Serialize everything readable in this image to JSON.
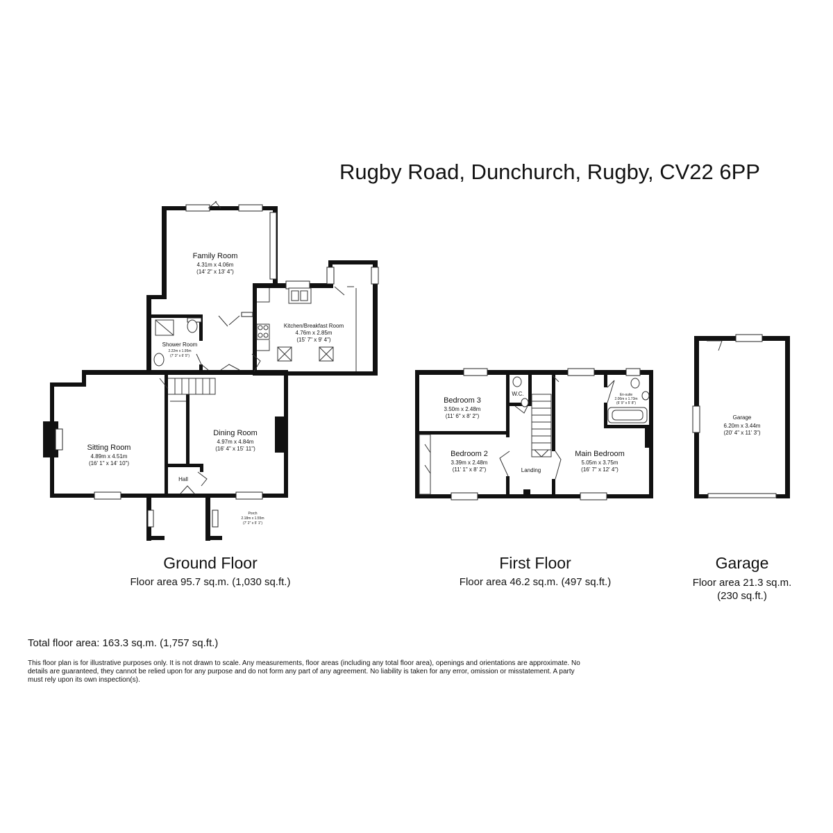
{
  "title": "Rugby Road, Dunchurch, Rugby, CV22 6PP",
  "floors": [
    {
      "name": "Ground Floor",
      "area": "Floor area 95.7 sq.m. (1,030 sq.ft.)"
    },
    {
      "name": "First Floor",
      "area": "Floor area 46.2 sq.m. (497 sq.ft.)"
    },
    {
      "name": "Garage",
      "area": "Floor area 21.3 sq.m. (230 sq.ft.)"
    }
  ],
  "rooms": {
    "family_room": {
      "name": "Family Room",
      "metric": "4.31m x 4.06m",
      "imperial": "(14' 2\" x 13' 4\")"
    },
    "kitchen": {
      "name": "Kitchen/Breakfast Room",
      "metric": "4.76m x 2.85m",
      "imperial": "(15' 7\" x 9' 4\")"
    },
    "shower_room": {
      "name": "Shower Room",
      "metric": "2.22m x 1.95m",
      "imperial": "(7' 3\" x 6' 5\")"
    },
    "sitting_room": {
      "name": "Sitting Room",
      "metric": "4.89m x 4.51m",
      "imperial": "(16' 1\" x 14' 10\")"
    },
    "dining_room": {
      "name": "Dining Room",
      "metric": "4.97m x 4.84m",
      "imperial": "(16' 4\" x 15' 11\")"
    },
    "hall": {
      "name": "Hall"
    },
    "porch": {
      "name": "Porch",
      "metric": "2.18m x 1.55m",
      "imperial": "(7' 2\" x 5' 1\")"
    },
    "bedroom_3": {
      "name": "Bedroom 3",
      "metric": "3.50m x 2.48m",
      "imperial": "(11' 6\" x 8' 2\")"
    },
    "bedroom_2": {
      "name": "Bedroom 2",
      "metric": "3.39m x 2.48m",
      "imperial": "(11' 1\" x 8' 2\")"
    },
    "wc": {
      "name": "W.C."
    },
    "landing": {
      "name": "Landing"
    },
    "main_bedroom": {
      "name": "Main Bedroom",
      "metric": "5.05m x 3.75m",
      "imperial": "(16' 7\" x 12' 4\")"
    },
    "ensuite": {
      "name": "En-suite",
      "metric": "2.06m x 1.73m",
      "imperial": "(6' 9\" x 5' 8\")"
    },
    "garage": {
      "name": "Garage",
      "metric": "6.20m x 3.44m",
      "imperial": "(20' 4\" x 11' 3\")"
    }
  },
  "total": "Total floor area: 163.3 sq.m. (1,757 sq.ft.)",
  "disclaimer": "This floor plan is for illustrative purposes only. It is not drawn to scale. Any measurements, floor areas (including any total floor area), openings and orientations are approximate. No details are guaranteed, they cannot be relied upon for any purpose and do not form any part of any agreement. No liability is taken for any error, omission or misstatement. A party must rely upon its own inspection(s)."
}
